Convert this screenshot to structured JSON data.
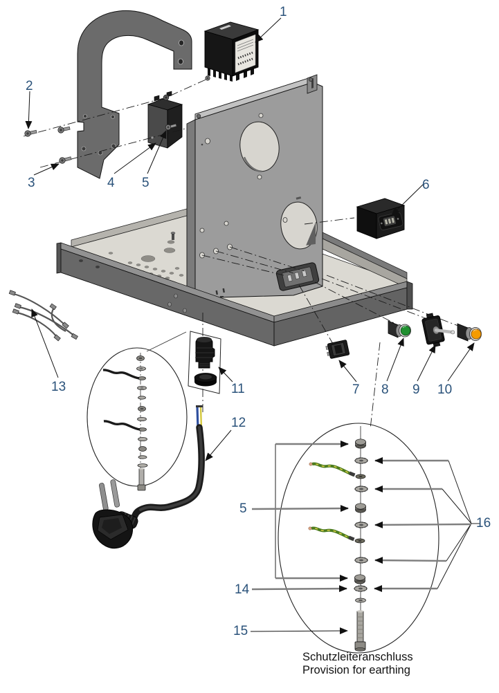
{
  "figure": {
    "type": "exploded-assembly-diagram",
    "caption": {
      "de": "Schutzleiteranschluss",
      "en": "Provision for earthing"
    },
    "callouts": {
      "c1": "1",
      "c2": "2",
      "c3": "3",
      "c4": "4",
      "c5": "5",
      "c6": "6",
      "c7": "7",
      "c8": "8",
      "c9": "9",
      "c10": "10",
      "c11": "11",
      "c12": "12",
      "c13": "13",
      "c14": "14",
      "c15": "15",
      "c16": "16",
      "c5_detail": "5"
    },
    "colors": {
      "callout_text": "#2a527a",
      "caption_text": "#111111",
      "green_button": "#209030",
      "orange_indicator": "#f59b00",
      "earth_wire_green": "#4c7c1e",
      "earth_wire_yellow": "#e0d04a",
      "panel_gray": "#9c9c9c",
      "rail_gray": "#686868",
      "floor_gray": "#dbd9d2"
    }
  }
}
